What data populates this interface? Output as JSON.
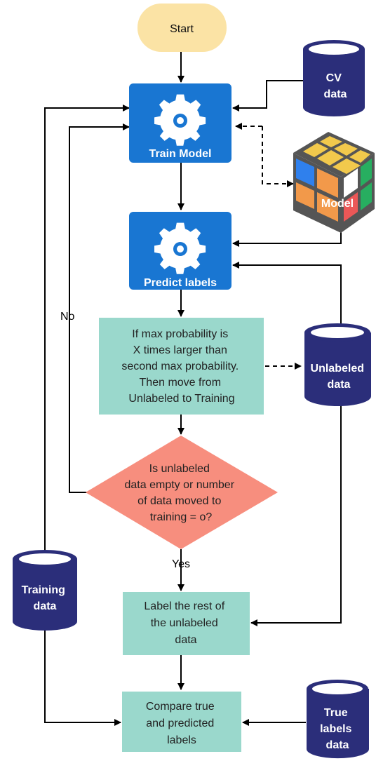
{
  "nodes": {
    "start": {
      "label": "Start"
    },
    "train_model": {
      "label": "Train Model",
      "icon": "gear-icon"
    },
    "predict_labels": {
      "label": "Predict labels",
      "icon": "gear-icon"
    },
    "move_rule": {
      "lines": [
        "If max probability is",
        "X times larger than",
        "second max probability.",
        "Then move from",
        "Unlabeled to Training"
      ]
    },
    "decision": {
      "lines": [
        "Is unlabeled",
        "data empty or number",
        "of data moved to",
        "training = o?"
      ]
    },
    "label_rest": {
      "lines": [
        "Label the rest of",
        "the unlabeled",
        "data"
      ]
    },
    "compare": {
      "lines": [
        "Compare true",
        "and predicted",
        "labels"
      ]
    },
    "cv_data": {
      "lines": [
        "CV",
        "data"
      ]
    },
    "model": {
      "label": "Model",
      "icon": "rubiks-cube-icon"
    },
    "unlabeled_data": {
      "lines": [
        "Unlabeled",
        "data"
      ]
    },
    "training_data": {
      "lines": [
        "Training",
        "data"
      ]
    },
    "true_labels_data": {
      "lines": [
        "True",
        "labels",
        "data"
      ]
    }
  },
  "edge_labels": {
    "no": "No",
    "yes": "Yes"
  },
  "colors": {
    "start": "#fbe3a5",
    "process_blue": "#1976d2",
    "teal_box": "#9ad8cc",
    "decision": "#f78e7e",
    "database": "#2b2e7a",
    "line": "#000000"
  }
}
